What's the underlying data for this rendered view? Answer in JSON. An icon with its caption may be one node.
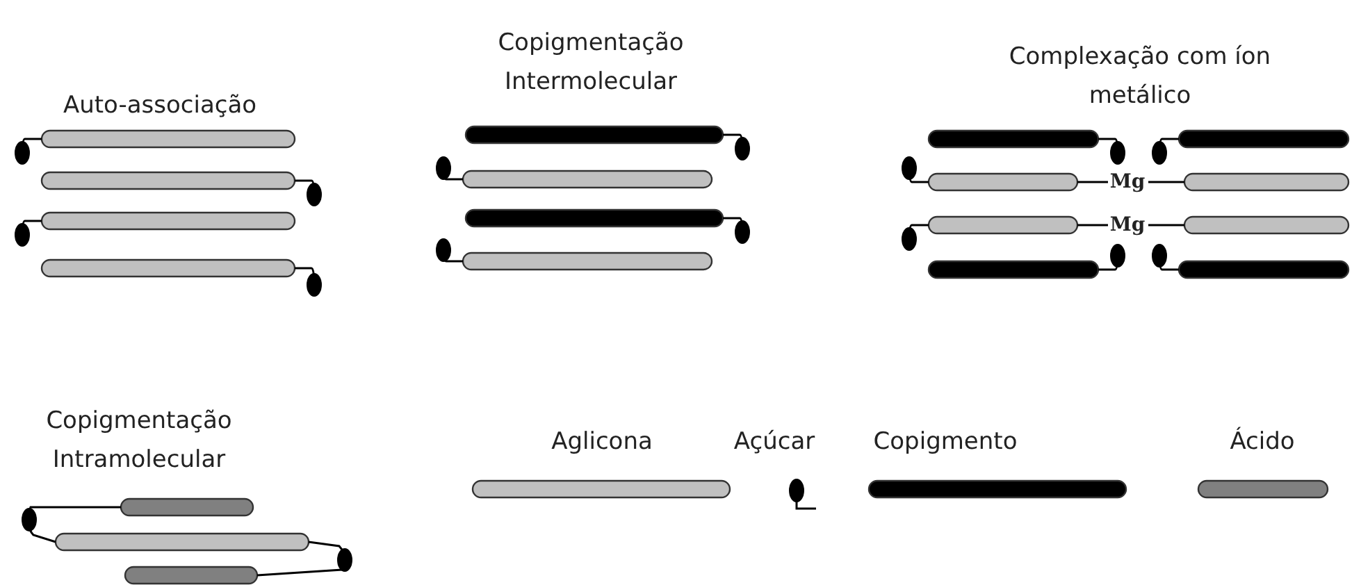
{
  "diagram": {
    "labels": [
      "Auto-associação",
      "Copigmentação Intermolecular",
      "Complexação com íon metálico",
      "Mg",
      "Mg",
      "Copigmentação Intramolecular"
    ],
    "legend": [
      {
        "text": "Aglicona",
        "color": "#c0c0c0"
      },
      {
        "text": "Açúcar"
      },
      {
        "text": "Copigmento",
        "color": "#000000"
      },
      {
        "text": "Ácido",
        "color": "#808080"
      }
    ]
  }
}
